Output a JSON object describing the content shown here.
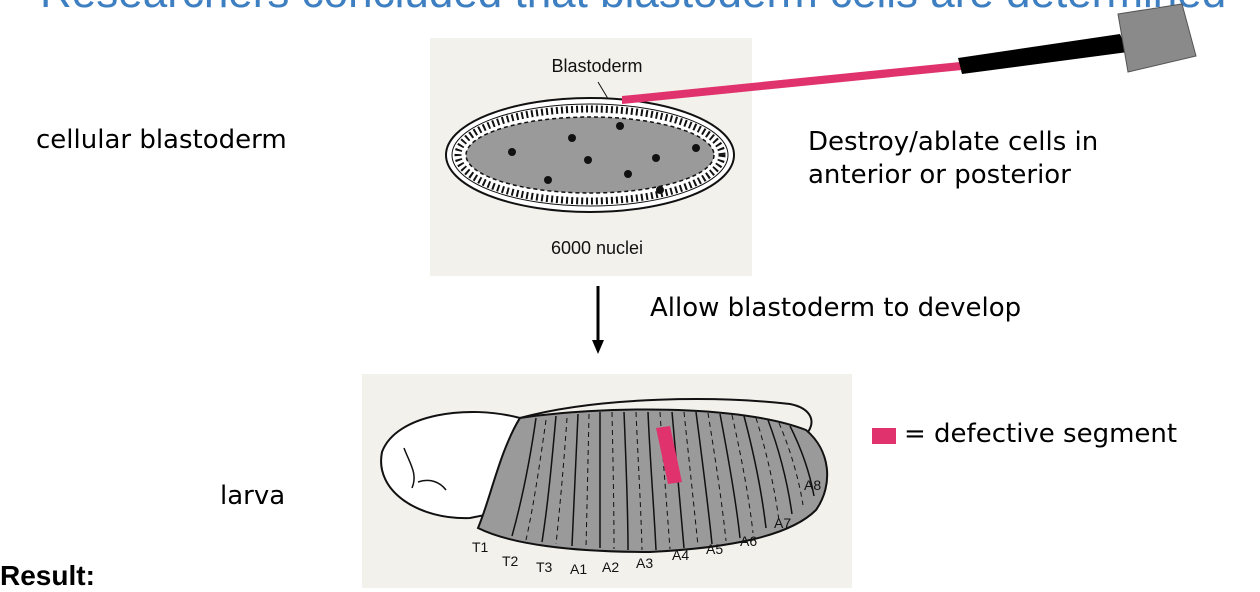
{
  "slide": {
    "title": "Researchers concluded that blastoderm cells are determined",
    "left_label": "cellular blastoderm",
    "action_line1": "Destroy/ablate cells in",
    "action_line2": "anterior or posterior",
    "develop_label": "Allow blastoderm to develop",
    "legend_label": "= defective segment",
    "larva_label": "larva",
    "result_label": "Result:"
  },
  "blastoderm_figure": {
    "caption_top": "Blastoderm",
    "caption_bottom": "6000 nuclei"
  },
  "larva_figure": {
    "segments": [
      "T1",
      "T2",
      "T3",
      "A1",
      "A2",
      "A3",
      "A4",
      "A5",
      "A6",
      "A7",
      "A8"
    ]
  },
  "colors": {
    "title": "#3d7fc1",
    "ablation": "#e0336e",
    "needle_tip": "#000000",
    "needle_body": "#8a8a8a",
    "figure_bg": "#f3f1ec",
    "embryo_fill": "#9a9a9a"
  }
}
